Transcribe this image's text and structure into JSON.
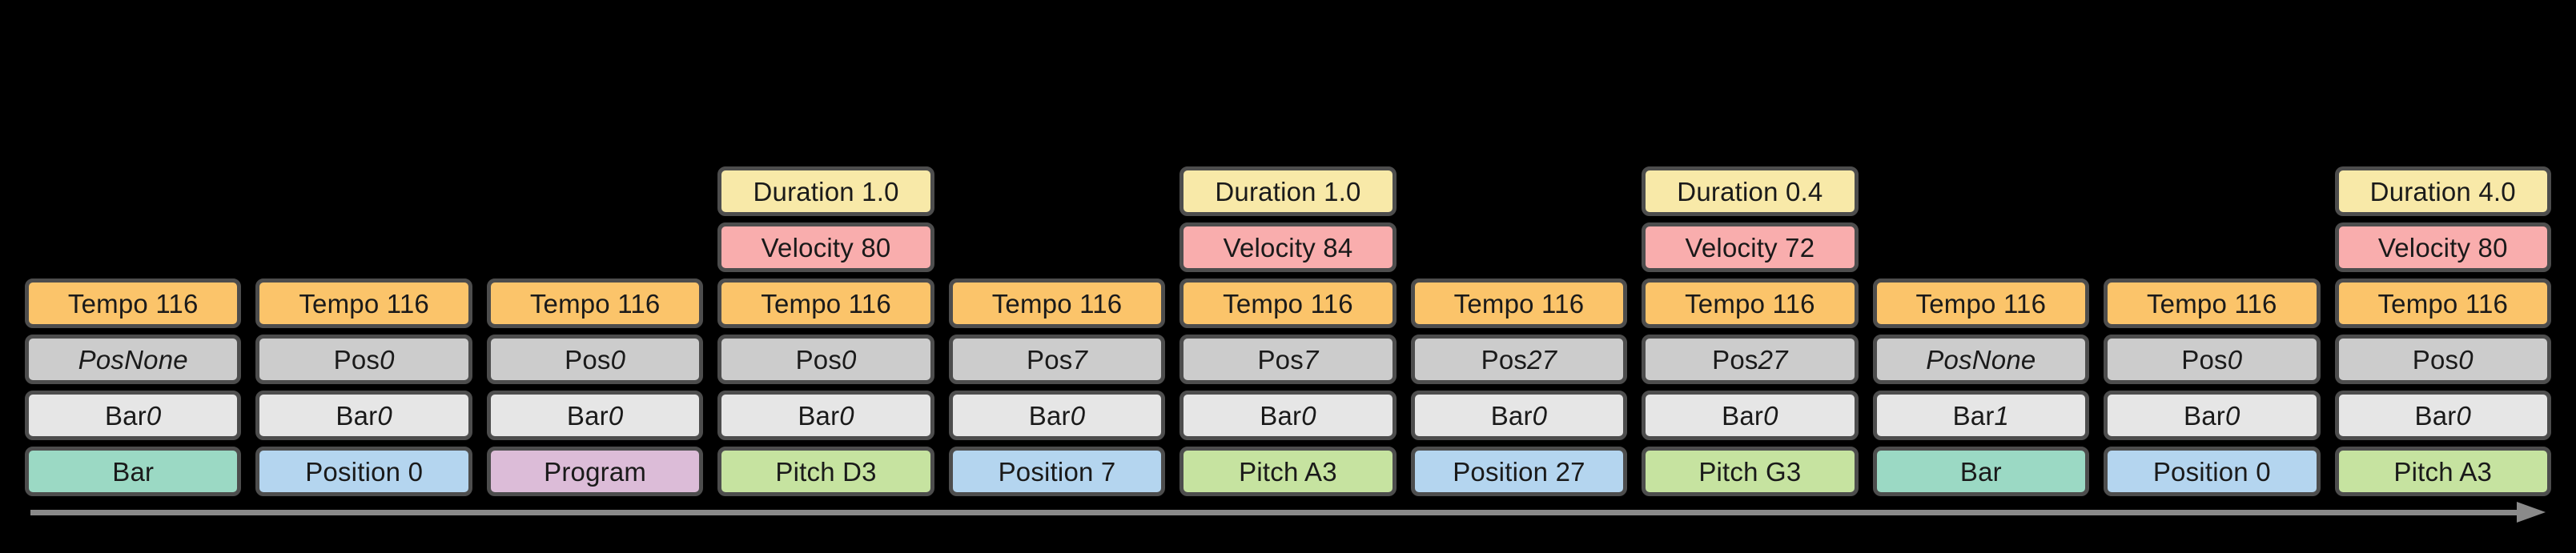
{
  "figure": {
    "background_color": "#000000",
    "axis_label": "",
    "axis_arrow_color": "#8a8a8a"
  },
  "colors": {
    "duration": "#f8e9a8",
    "velocity": "#f9adad",
    "tempo": "#fbc46a",
    "pos": "#cccccc",
    "bar": "#e6e6e6",
    "token_bar": "#9bd9c4",
    "token_position": "#b4d5ef",
    "token_program": "#dcbcd8",
    "token_pitch": "#c6e3a0",
    "border": "#4d4d4d",
    "text": "#1a1a1a"
  },
  "row_labels": {
    "duration": "Duration",
    "velocity": "Velocity",
    "tempo": "Tempo",
    "pos": "Pos",
    "bar": "Bar"
  },
  "columns": [
    {
      "index": 0,
      "duration": null,
      "velocity": null,
      "tempo": "Tempo 116",
      "pos_prefix": "Pos ",
      "pos_value": "None",
      "pos_all_italic": true,
      "bar_prefix": "Bar ",
      "bar_value": "0",
      "token": "Bar",
      "token_type": "bar"
    },
    {
      "index": 1,
      "duration": null,
      "velocity": null,
      "tempo": "Tempo 116",
      "pos_prefix": "Pos ",
      "pos_value": "0",
      "pos_all_italic": false,
      "bar_prefix": "Bar ",
      "bar_value": "0",
      "token": "Position 0",
      "token_type": "position"
    },
    {
      "index": 2,
      "duration": null,
      "velocity": null,
      "tempo": "Tempo 116",
      "pos_prefix": "Pos ",
      "pos_value": "0",
      "pos_all_italic": false,
      "bar_prefix": "Bar ",
      "bar_value": "0",
      "token": "Program",
      "token_type": "program"
    },
    {
      "index": 3,
      "duration": "Duration 1.0",
      "velocity": "Velocity 80",
      "tempo": "Tempo 116",
      "pos_prefix": "Pos ",
      "pos_value": "0",
      "pos_all_italic": false,
      "bar_prefix": "Bar ",
      "bar_value": "0",
      "token": "Pitch D3",
      "token_type": "pitch"
    },
    {
      "index": 4,
      "duration": null,
      "velocity": null,
      "tempo": "Tempo 116",
      "pos_prefix": "Pos ",
      "pos_value": "7",
      "pos_all_italic": false,
      "bar_prefix": "Bar ",
      "bar_value": "0",
      "token": "Position 7",
      "token_type": "position"
    },
    {
      "index": 5,
      "duration": "Duration 1.0",
      "velocity": "Velocity 84",
      "tempo": "Tempo 116",
      "pos_prefix": "Pos ",
      "pos_value": "7",
      "pos_all_italic": false,
      "bar_prefix": "Bar ",
      "bar_value": "0",
      "token": "Pitch A3",
      "token_type": "pitch"
    },
    {
      "index": 6,
      "duration": null,
      "velocity": null,
      "tempo": "Tempo 116",
      "pos_prefix": "Pos ",
      "pos_value": "27",
      "pos_all_italic": false,
      "bar_prefix": "Bar ",
      "bar_value": "0",
      "token": "Position 27",
      "token_type": "position"
    },
    {
      "index": 7,
      "duration": "Duration 0.4",
      "velocity": "Velocity 72",
      "tempo": "Tempo 116",
      "pos_prefix": "Pos ",
      "pos_value": "27",
      "pos_all_italic": false,
      "bar_prefix": "Bar ",
      "bar_value": "0",
      "token": "Pitch G3",
      "token_type": "pitch"
    },
    {
      "index": 8,
      "duration": null,
      "velocity": null,
      "tempo": "Tempo 116",
      "pos_prefix": "Pos ",
      "pos_value": "None",
      "pos_all_italic": true,
      "bar_prefix": "Bar ",
      "bar_value": "1",
      "token": "Bar",
      "token_type": "bar"
    },
    {
      "index": 9,
      "duration": null,
      "velocity": null,
      "tempo": "Tempo 116",
      "pos_prefix": "Pos ",
      "pos_value": "0",
      "pos_all_italic": false,
      "bar_prefix": "Bar ",
      "bar_value": "0",
      "token": "Position 0",
      "token_type": "position"
    },
    {
      "index": 10,
      "duration": "Duration 4.0",
      "velocity": "Velocity 80",
      "tempo": "Tempo 116",
      "pos_prefix": "Pos ",
      "pos_value": "0",
      "pos_all_italic": false,
      "bar_prefix": "Bar ",
      "bar_value": "0",
      "token": "Pitch A3",
      "token_type": "pitch"
    }
  ]
}
